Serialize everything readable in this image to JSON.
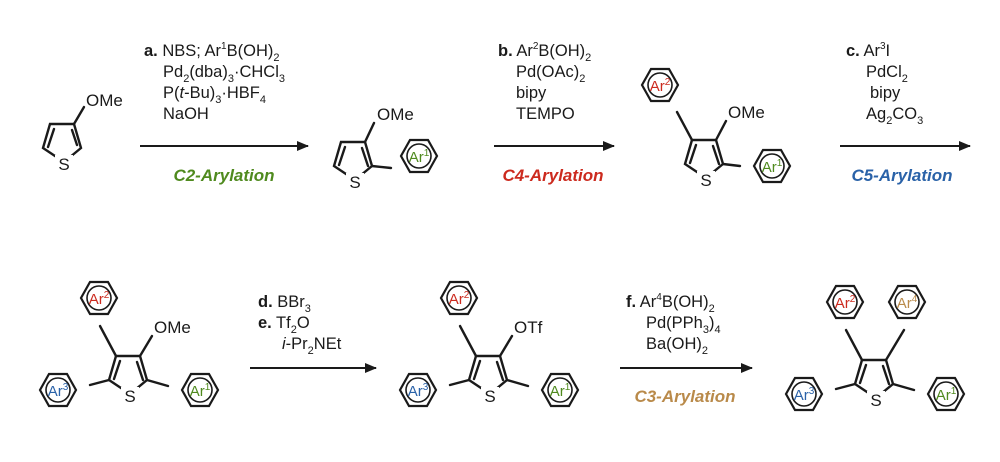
{
  "colors": {
    "ink": "#1a1a1a",
    "ar1": "#4f8a1e",
    "ar2": "#cc2a1e",
    "ar3": "#2a62a8",
    "ar4": "#b98a4a",
    "c2": "#4f8a1e",
    "c4": "#cc2a1e",
    "c5": "#2a62a8",
    "c3": "#b98a4a"
  },
  "atoms": {
    "s": "S",
    "ome": "OMe",
    "otf": "OTf"
  },
  "aryl": {
    "ar": "Ar",
    "n1": "1",
    "n2": "2",
    "n3": "3",
    "n4": "4"
  },
  "step_a": {
    "letter": "a.",
    "l1_a": " NBS; Ar",
    "l1_sup": "1",
    "l1_b": "B(OH)",
    "l1_sub": "2",
    "l2_a": "Pd",
    "l2_sub1": "2",
    "l2_b": "(dba)",
    "l2_sub2": "3",
    "l2_c": "·CHCl",
    "l2_sub3": "3",
    "l3_a": "P(",
    "l3_it": "t",
    "l3_b": "-Bu)",
    "l3_sub1": "3",
    "l3_c": "·HBF",
    "l3_sub2": "4",
    "l4": "NaOH",
    "label": "C2-Arylation"
  },
  "step_b": {
    "letter": "b.",
    "l1_a": " Ar",
    "l1_sup": "2",
    "l1_b": "B(OH)",
    "l1_sub": "2",
    "l2_a": "Pd(OAc)",
    "l2_sub": "2",
    "l3": "bipy",
    "l4": "TEMPO",
    "label": "C4-Arylation"
  },
  "step_c": {
    "letter": "c.",
    "l1_a": " Ar",
    "l1_sup": "3",
    "l1_b": "I",
    "l2_a": "PdCl",
    "l2_sub": "2",
    "l3": "bipy",
    "l4_a": "Ag",
    "l4_sub1": "2",
    "l4_b": "CO",
    "l4_sub2": "3",
    "label": "C5-Arylation"
  },
  "step_de": {
    "d_letter": "d.",
    "d_a": " BBr",
    "d_sub": "3",
    "e_letter": "e.",
    "e_a": " Tf",
    "e_sub": "2",
    "e_b": "O",
    "l3_it": "i",
    "l3_a": "-Pr",
    "l3_sub": "2",
    "l3_b": "NEt"
  },
  "step_f": {
    "letter": "f.",
    "l1_a": " Ar",
    "l1_sup": "4",
    "l1_b": "B(OH)",
    "l1_sub": "2",
    "l2_a": "Pd(PPh",
    "l2_sub1": "3",
    "l2_b": ")",
    "l2_sub2": "4",
    "l3_a": "Ba(OH)",
    "l3_sub": "2",
    "label": "C3-Arylation"
  }
}
